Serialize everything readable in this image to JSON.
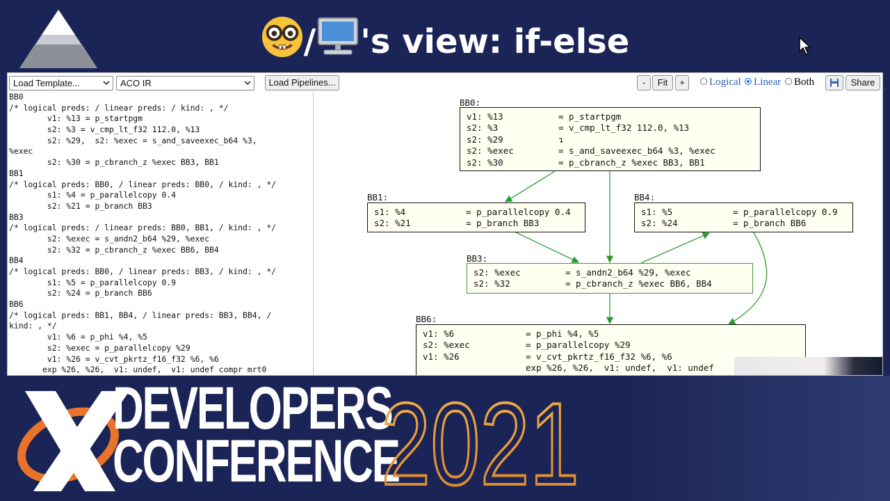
{
  "slide": {
    "title_suffix": "'s view: if-else",
    "separator": "/"
  },
  "toolbar": {
    "template_select": "Load Template...",
    "ir_select": "ACO IR",
    "load_pipelines": "Load Pipelines...",
    "zoom_out": "-",
    "fit": "Fit",
    "zoom_in": "+",
    "radio_logical": "Logical",
    "radio_linear": "Linear",
    "radio_both": "Both",
    "selected_view": "Linear",
    "save_icon": "save-icon",
    "share": "Share"
  },
  "code_lines": [
    "BB0",
    "/* logical preds: / linear preds: / kind: , */",
    "        v1: %13 = p_startpgm",
    "        s2: %3 = v_cmp_lt_f32 112.0, %13",
    "        s2: %29,  s2: %exec = s_and_saveexec_b64 %3,",
    "%exec",
    "        s2: %30 = p_cbranch_z %exec BB3, BB1",
    "BB1",
    "/* logical preds: BB0, / linear preds: BB0, / kind: , */",
    "        s1: %4 = p_parallelcopy 0.4",
    "        s2: %21 = p_branch BB3",
    "BB3",
    "/* logical preds: / linear preds: BB0, BB1, / kind: , */",
    "        s2: %exec = s_andn2_b64 %29, %exec",
    "        s2: %32 = p_cbranch_z %exec BB6, BB4",
    "BB4",
    "/* logical preds: BB0, / linear preds: BB3, / kind: , */",
    "        s1: %5 = p_parallelcopy 0.9",
    "        s2: %24 = p_branch BB6",
    "BB6",
    "/* logical preds: BB1, BB4, / linear preds: BB3, BB4, /",
    "kind: , */",
    "        v1: %6 = p_phi %4, %5",
    "        s2: %exec = p_parallelcopy %29",
    "        v1: %26 = v_cvt_pkrtz_f16_f32 %6, %6",
    "       exp %26, %26,  v1: undef,  v1: undef compr mrt0"
  ],
  "graph": {
    "BB0": {
      "label": "BB0:",
      "rows": [
        [
          "v1: %13",
          "= p_startpgm"
        ],
        [
          "s2: %3",
          "= v_cmp_lt_f32 112.0, %13"
        ],
        [
          "s2: %29",
          "↴"
        ],
        [
          "s2: %exec",
          "= s_and_saveexec_b64 %3, %exec"
        ],
        [
          "s2: %30",
          "= p_cbranch_z %exec BB3, BB1"
        ]
      ]
    },
    "BB1": {
      "label": "BB1:",
      "rows": [
        [
          "s1: %4",
          "= p_parallelcopy 0.4"
        ],
        [
          "s2: %21",
          "= p_branch BB3"
        ]
      ]
    },
    "BB4": {
      "label": "BB4:",
      "rows": [
        [
          "s1: %5",
          "= p_parallelcopy 0.9"
        ],
        [
          "s2: %24",
          "= p_branch BB6"
        ]
      ]
    },
    "BB3": {
      "label": "BB3:",
      "rows": [
        [
          "s2: %exec",
          "= s_andn2_b64 %29, %exec"
        ],
        [
          "s2: %32",
          "= p_cbranch_z %exec BB6, BB4"
        ]
      ]
    },
    "BB6": {
      "label": "BB6:",
      "rows": [
        [
          "v1: %6",
          "= p_phi %4, %5"
        ],
        [
          "s2: %exec",
          "= p_parallelcopy %29"
        ],
        [
          "v1: %26",
          "= v_cvt_pkrtz_f16_f32 %6, %6"
        ],
        [
          "",
          "exp %26, %26,  v1: undef,  v1: undef"
        ]
      ]
    },
    "edge_color": "#2e9a2e"
  },
  "banner": {
    "line1": "DEVELOPERS",
    "line2": "CONFERENCE",
    "year": "2021",
    "year_color": "#e8a54a"
  }
}
